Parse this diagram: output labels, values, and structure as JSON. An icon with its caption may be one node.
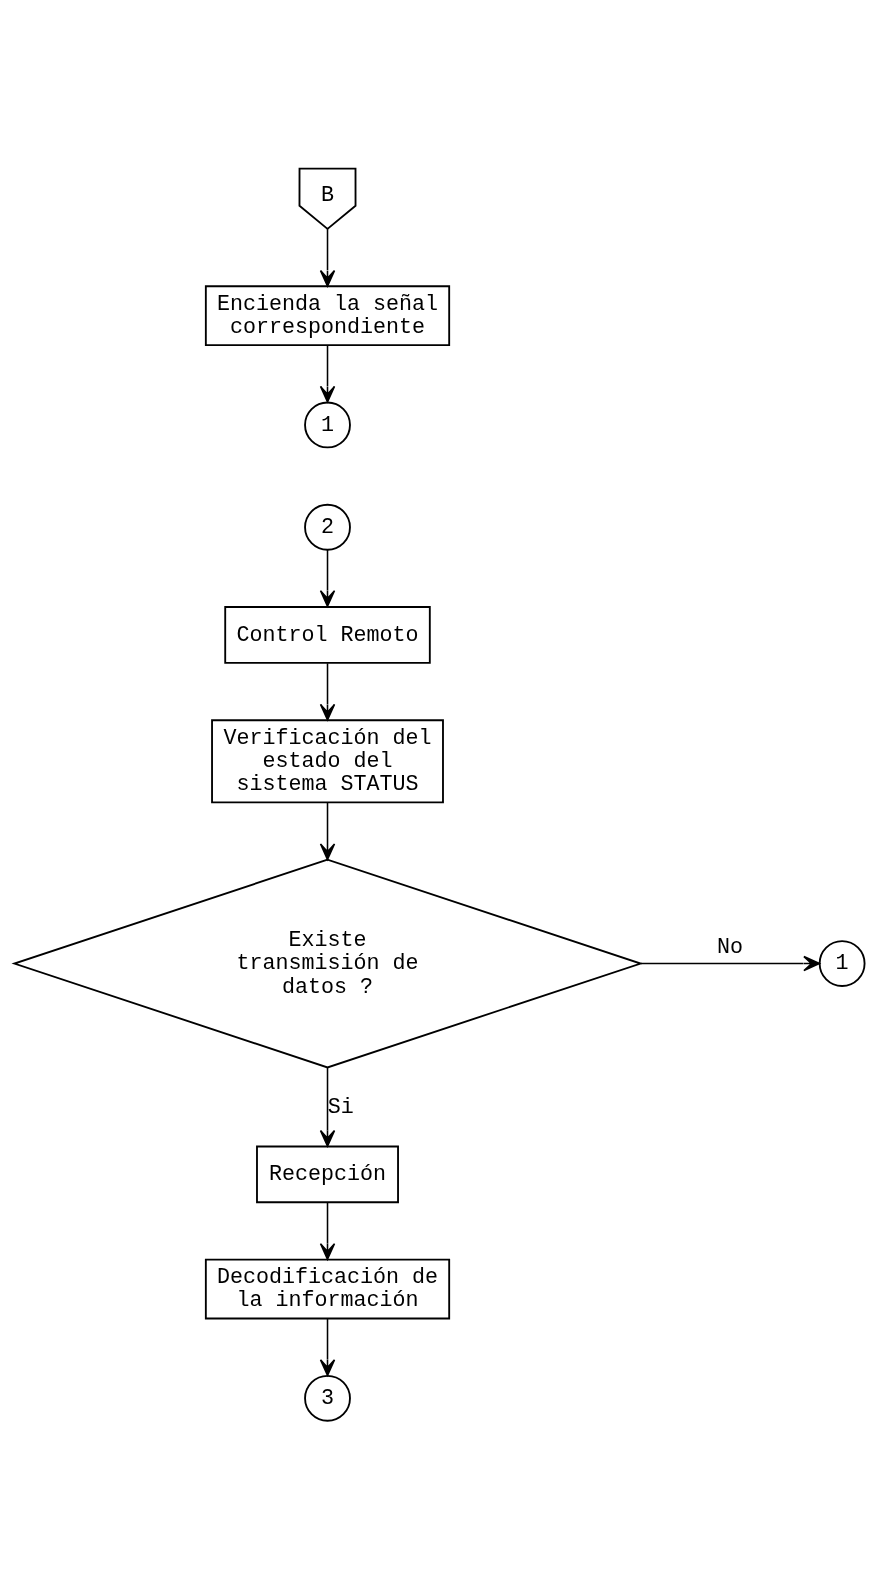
{
  "diagram": {
    "nodes": [
      {
        "text": [
          "B"
        ]
      },
      {
        "text": [
          "Encienda la señal correspondiente"
        ]
      },
      {
        "text": [
          "1"
        ]
      },
      {
        "text": [
          "2"
        ]
      },
      {
        "text": [
          "Control Remoto"
        ]
      },
      {
        "text": [
          "Verificación del estado del sistema STATUS"
        ]
      },
      {
        "text": [
          "Existe transmisión de datos ?"
        ]
      },
      {
        "text": [
          "1"
        ]
      },
      {
        "text": [
          "Recepción"
        ]
      },
      {
        "text": [
          "Decodificación de la información"
        ]
      },
      {
        "text": [
          "3"
        ]
      }
    ],
    "edges": [
      {
        "from": 0,
        "to": 1,
        "arrow": "to"
      },
      {
        "from": 1,
        "to": 2,
        "arrow": "to"
      },
      {
        "from": 3,
        "to": 4,
        "arrow": "to"
      },
      {
        "from": 4,
        "to": 5,
        "arrow": "to"
      },
      {
        "from": 5,
        "to": 6,
        "arrow": "to"
      },
      {
        "from": 6,
        "to": 7,
        "arrow": "to",
        "label": "No"
      },
      {
        "from": 6,
        "to": 8,
        "arrow": "to",
        "label": "Si"
      },
      {
        "from": 8,
        "to": 9,
        "arrow": "to"
      },
      {
        "from": 9,
        "to": 10,
        "arrow": "to"
      }
    ]
  }
}
